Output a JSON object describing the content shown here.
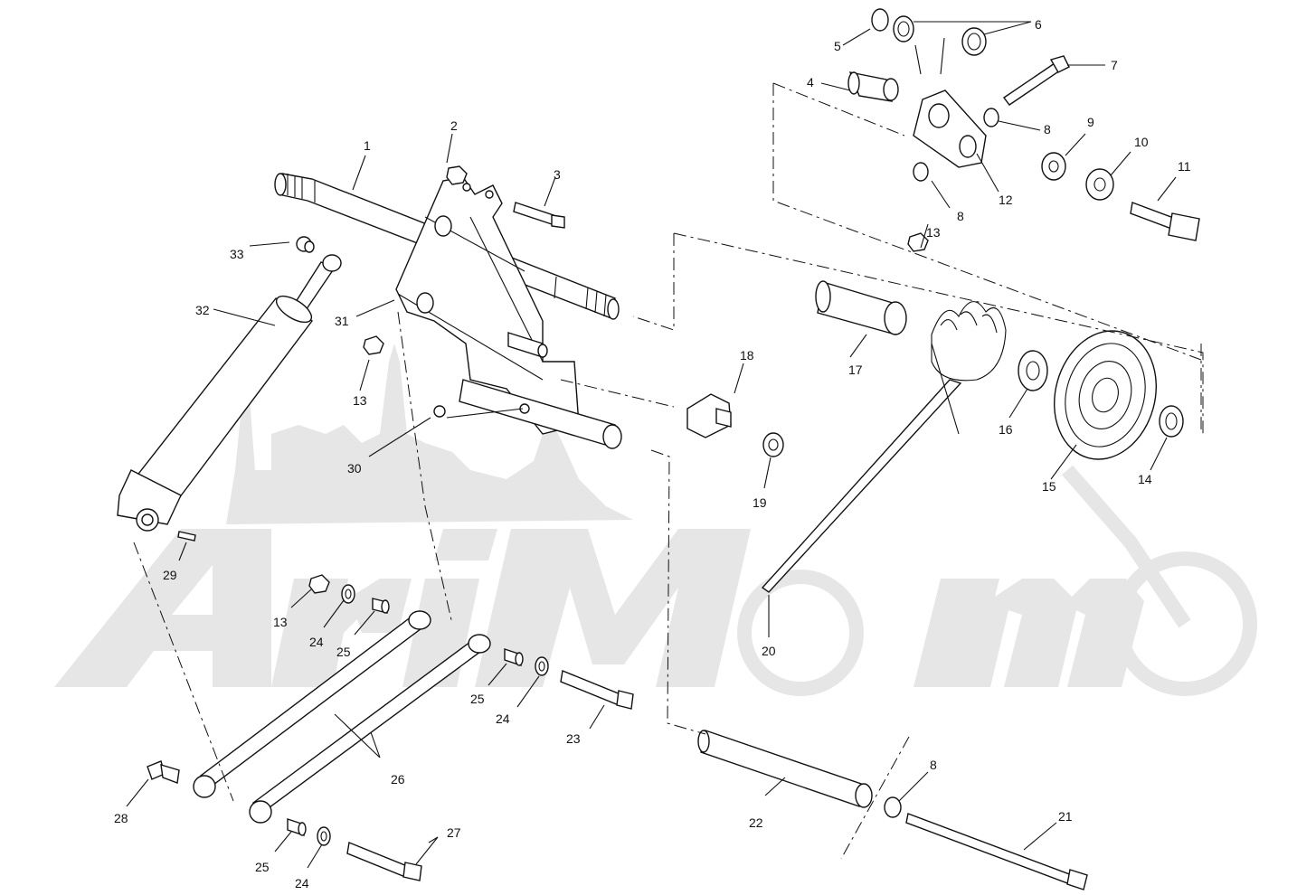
{
  "watermark": {
    "text": "AriMoto",
    "color": "#e6e6e6"
  },
  "labels": {
    "c1": "1",
    "c2": "2",
    "c3": "3",
    "c4": "4",
    "c5": "5",
    "c6": "6",
    "c7": "7",
    "c8a": "8",
    "c8b": "8",
    "c8c": "8",
    "c9": "9",
    "c10": "10",
    "c11": "11",
    "c12": "12",
    "c13a": "13",
    "c13b": "13",
    "c13c": "13",
    "c14": "14",
    "c15": "15",
    "c16": "16",
    "c17": "17",
    "c18": "18",
    "c19": "19",
    "c20": "20",
    "c21": "21",
    "c22": "22",
    "c23": "23",
    "c24a": "24",
    "c24b": "24",
    "c24c": "24",
    "c25a": "25",
    "c25b": "25",
    "c25c": "25",
    "c26": "26",
    "c27": "27",
    "c28": "28",
    "c29": "29",
    "c30": "30",
    "c31": "31",
    "c32": "32",
    "c33": "33"
  }
}
